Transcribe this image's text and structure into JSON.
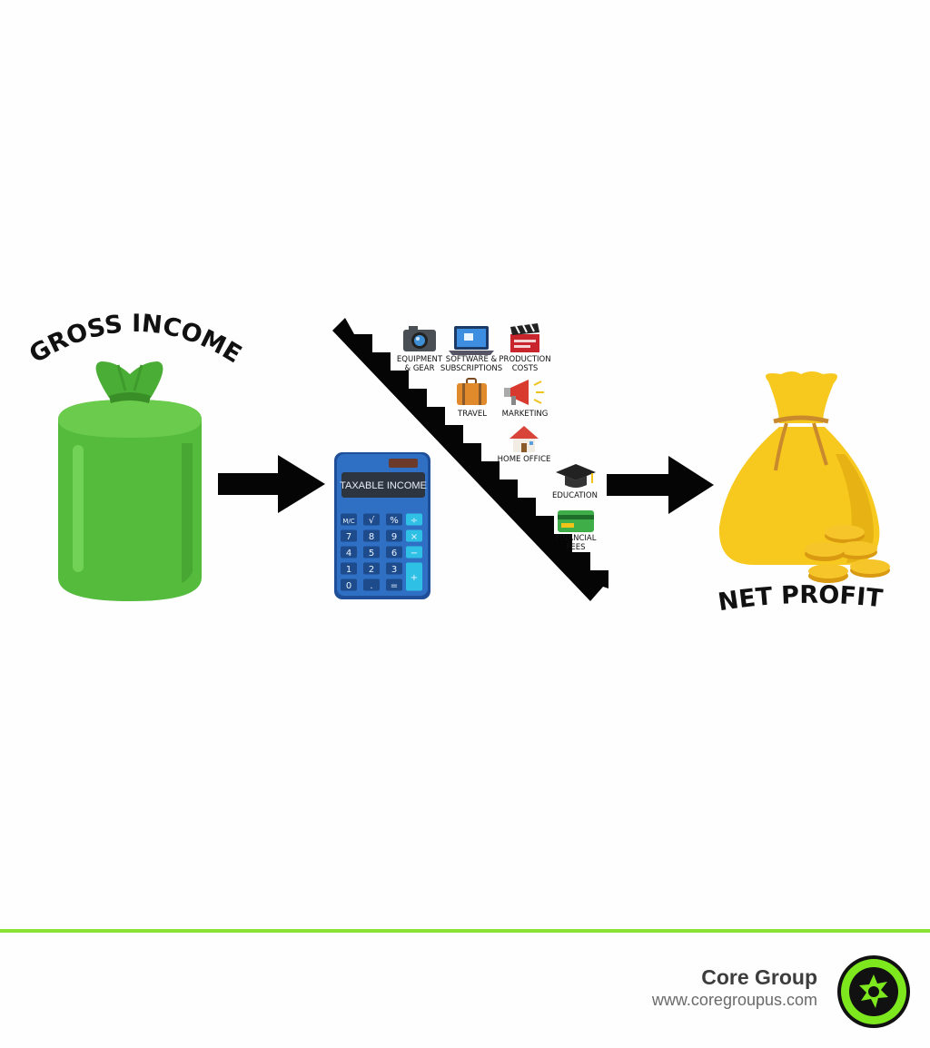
{
  "diagram": {
    "gross_income_label": "GROSS INCOME",
    "calculator_label": "TAXABLE INCOME",
    "net_profit_label": "NET PROFIT",
    "deductions": [
      {
        "icon": "camera-icon",
        "line1": "EQUIPMENT",
        "line2": "& GEAR"
      },
      {
        "icon": "laptop-icon",
        "line1": "SOFTWARE &",
        "line2": "SUBSCRIPTIONS"
      },
      {
        "icon": "clapperboard-icon",
        "line1": "PRODUCTION",
        "line2": "COSTS"
      },
      {
        "icon": "suitcase-icon",
        "line1": "TRAVEL",
        "line2": ""
      },
      {
        "icon": "megaphone-icon",
        "line1": "MARKETING",
        "line2": ""
      },
      {
        "icon": "house-icon",
        "line1": "HOME OFFICE",
        "line2": ""
      },
      {
        "icon": "graduation-cap-icon",
        "line1": "EDUCATION",
        "line2": ""
      },
      {
        "icon": "credit-card-icon",
        "line1": "FINANCIAL",
        "line2": "FEES"
      }
    ],
    "calculator_keys": [
      "M/C",
      "√",
      "%",
      "÷",
      "7",
      "8",
      "9",
      "×",
      "4",
      "5",
      "6",
      "−",
      "1",
      "2",
      "3",
      "+",
      "0",
      ".",
      "="
    ]
  },
  "footer": {
    "company_name": "Core Group",
    "website": "www.coregroupus.com"
  },
  "colors": {
    "accent_green": "#8ae234",
    "bag_green": "#55bb3d",
    "calculator_blue": "#2f6fc4",
    "money_gold": "#f7c81e"
  }
}
